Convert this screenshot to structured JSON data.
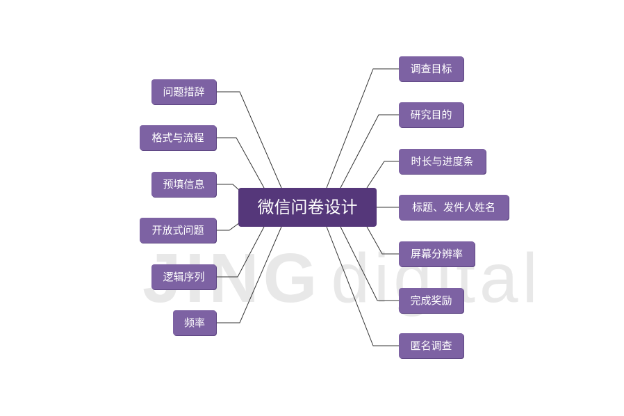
{
  "watermark": {
    "part1": "JING",
    "part2": "digital"
  },
  "center": {
    "label": "微信问卷设计"
  },
  "colors": {
    "center": "#55377a",
    "node": "#7d62a3",
    "line": "#333333"
  },
  "right_nodes": [
    {
      "label": "调查目标"
    },
    {
      "label": "研究目的"
    },
    {
      "label": "时长与进度条"
    },
    {
      "label": "标题、发件人姓名"
    },
    {
      "label": "屏幕分辨率"
    },
    {
      "label": "完成奖励"
    },
    {
      "label": "匿名调查"
    }
  ],
  "left_nodes": [
    {
      "label": "问题措辞"
    },
    {
      "label": "格式与流程"
    },
    {
      "label": "预填信息"
    },
    {
      "label": "开放式问题"
    },
    {
      "label": "逻辑序列"
    },
    {
      "label": "频率"
    }
  ]
}
